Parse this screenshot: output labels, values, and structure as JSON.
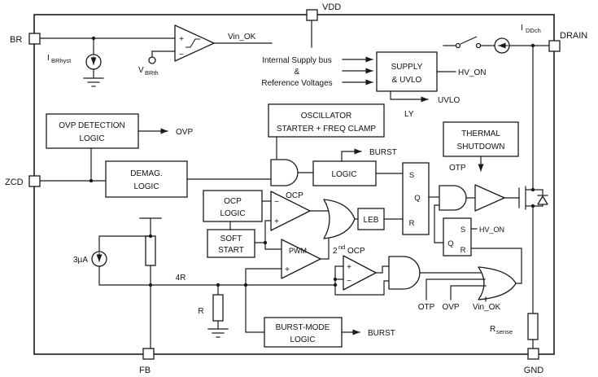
{
  "pins": {
    "br": "BR",
    "zcd": "ZCD",
    "fb": "FB",
    "vdd": "VDD",
    "drain": "DRAIN",
    "gnd": "GND"
  },
  "blocks": {
    "supply_uvlo": {
      "line1": "SUPPLY",
      "line2": "& UVLO"
    },
    "oscillator": {
      "line1": "OSCILLATOR",
      "line2": "STARTER + FREQ CLAMP"
    },
    "thermal_shutdown": {
      "line1": "THERMAL",
      "line2": "SHUTDOWN"
    },
    "ovp_detection": {
      "line1": "OVP DETECTION",
      "line2": "LOGIC"
    },
    "demag": {
      "line1": "DEMAG.",
      "line2": "LOGIC"
    },
    "logic": {
      "label": "LOGIC"
    },
    "ocp_logic": {
      "line1": "OCP",
      "line2": "LOGIC"
    },
    "soft_start": {
      "line1": "SOFT",
      "line2": "START"
    },
    "leb": {
      "label": "LEB"
    },
    "burst_mode": {
      "line1": "BURST-MODE",
      "line2": "LOGIC"
    }
  },
  "signals": {
    "vin_ok": "Vin_OK",
    "supply_bus_line1": "Internal Supply bus",
    "supply_bus_line2": "&",
    "supply_bus_line3": "Reference Voltages",
    "hv_on": "HV_ON",
    "uvlo": "UVLO",
    "text_fragment": "LY",
    "burst": "BURST",
    "otp": "OTP",
    "ovp": "OVP",
    "ocp": "OCP",
    "pwm": "PWM",
    "second_ocp": {
      "num": "2",
      "sup": "nd",
      "text": "OCP"
    }
  },
  "or_inputs": {
    "otp": "OTP",
    "ovp": "OVP",
    "vin_ok": "Vin_OK"
  },
  "components": {
    "i_brhyst": {
      "sym": "I",
      "sub": "BRhyst"
    },
    "v_brth": {
      "sym": "V",
      "sub": "BRth"
    },
    "i_ddch": {
      "sym": "I",
      "sub": "DDch"
    },
    "r_sense": {
      "sym": "R",
      "sub": "sense"
    },
    "cs_3ua": "3µA",
    "r4": "4R",
    "r": "R"
  },
  "latch_main": {
    "s": "S",
    "q": "Q",
    "r": "R"
  },
  "latch_hv": {
    "s": "S",
    "q": "Q",
    "r": "R"
  },
  "signs": {
    "plus": "+",
    "minus": "−"
  },
  "colors": {
    "line": "#1a1a1a",
    "background": "#ffffff"
  }
}
